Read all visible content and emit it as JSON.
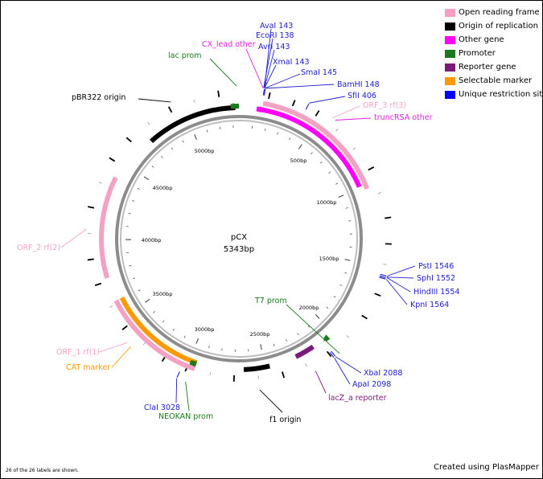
{
  "plasmid": {
    "name": "pCX",
    "size_label": "5343bp",
    "length": 5343
  },
  "legend": [
    {
      "label": "Open reading frame",
      "color": "#f4a1c4",
      "icon": "pink-swatch-icon"
    },
    {
      "label": "Origin of replication",
      "color": "#000000",
      "icon": "black-swatch-icon"
    },
    {
      "label": "Other gene",
      "color": "#ff00ff",
      "icon": "magenta-swatch-icon"
    },
    {
      "label": "Promoter",
      "color": "#1a7a1a",
      "icon": "green-swatch-icon"
    },
    {
      "label": "Reporter gene",
      "color": "#7b1a7b",
      "icon": "purple-swatch-icon"
    },
    {
      "label": "Selectable marker",
      "color": "#ff9900",
      "icon": "orange-swatch-icon"
    },
    {
      "label": "Unique restriction site",
      "color": "#0000ff",
      "icon": "blue-swatch-icon"
    }
  ],
  "ruler_labels": [
    "500bp",
    "1000bp",
    "1500bp",
    "2000bp",
    "2500bp",
    "3000bp",
    "3500bp",
    "4000bp",
    "4500bp",
    "5000bp"
  ],
  "features": [
    {
      "label": "ORF_3 rf(3)",
      "color": "#f4a1c4",
      "start": 150,
      "end": 1020
    },
    {
      "label": "truncRSA other",
      "color": "#ff00ff",
      "start": 150,
      "end": 990
    },
    {
      "label": "ORF_2 rf(2)",
      "color": "#f4a1c4",
      "start": 3760,
      "end": 4400
    },
    {
      "label": "ORF_1 rf(1)",
      "color": "#f4a1c4",
      "start": 2950,
      "end": 3610
    },
    {
      "label": "CAT marker",
      "color": "#ff9900",
      "start": 2950,
      "end": 3610
    },
    {
      "label": "pBR322 origin",
      "color": "#000000",
      "start": 4720,
      "end": 5320
    },
    {
      "label": "f1 origin",
      "color": "#000000",
      "start": 2470,
      "end": 2640
    },
    {
      "label": "lacZ_a reporter",
      "color": "#7b1a7b",
      "start": 2160,
      "end": 2290
    },
    {
      "label": "CX_lead other",
      "color": "#ff00ff",
      "start": 115,
      "end": 160
    },
    {
      "label": "lac prom",
      "color": "#1a7a1a",
      "start": 5290,
      "end": 5343
    },
    {
      "label": "T7 prom",
      "color": "#1a7a1a",
      "start": 2050,
      "end": 2070
    },
    {
      "label": "NEOKAN prom",
      "color": "#1a7a1a",
      "start": 2950,
      "end": 2990
    }
  ],
  "site_labels": [
    "AvaI 143",
    "EcoRI 138",
    "AvrI 143",
    "XmaI 143",
    "SmaI 145",
    "BamHI 148",
    "SfiI 406",
    "PstI 1546",
    "SphI 1552",
    "HindIII 1554",
    "KpnI 1564",
    "XbaI 2088",
    "ApaI 2098",
    "ClaI 3028"
  ],
  "footer_left": "26 of the 26 labels are shown.",
  "footer_right": "Created using PlasMapper"
}
